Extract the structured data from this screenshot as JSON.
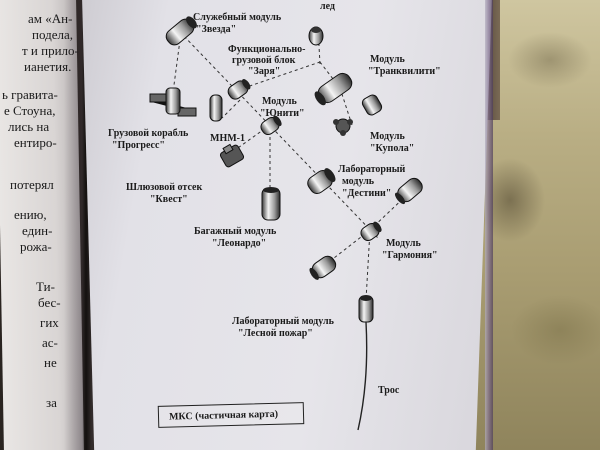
{
  "left_page_fragments": [
    "ам «Ан-",
    "подела,",
    "т и прило-",
    "ианетия.",
    "ь гравита-",
    "е Стоуна,",
    "лись на",
    "ентиро-",
    "потерял",
    "ению,",
    "един-",
    "рожа-",
    "Ти-",
    "бес-",
    "гих",
    "ас-",
    "не",
    "за"
  ],
  "header_fragment": "лед",
  "diagram": {
    "labels": {
      "zvezda": [
        "Служебный модуль",
        "\"Звезда\""
      ],
      "zarya": [
        "Функционально-",
        "грузовой блок",
        "\"Заря\""
      ],
      "tranquility": [
        "Модуль",
        "\"Транквилити\""
      ],
      "progress": [
        "Грузовой корабль",
        "\"Прогресс\""
      ],
      "unity": [
        "Модуль",
        "\"Юнити\""
      ],
      "mlm": [
        "МНМ-1"
      ],
      "cupola": [
        "Модуль",
        "\"Купола\""
      ],
      "quest": [
        "Шлюзовой отсек",
        "\"Квест\""
      ],
      "destiny": [
        "Лабораторный",
        "модуль",
        "\"Дестини\""
      ],
      "leonardo": [
        "Багажный модуль",
        "\"Леонардо\""
      ],
      "harmony": [
        "Модуль",
        "\"Гармония\""
      ],
      "forest": [
        "Лабораторный модуль",
        "\"Лесной пожар\""
      ],
      "tether": [
        "Трос"
      ]
    },
    "caption": "МКС (частичная карта)"
  }
}
